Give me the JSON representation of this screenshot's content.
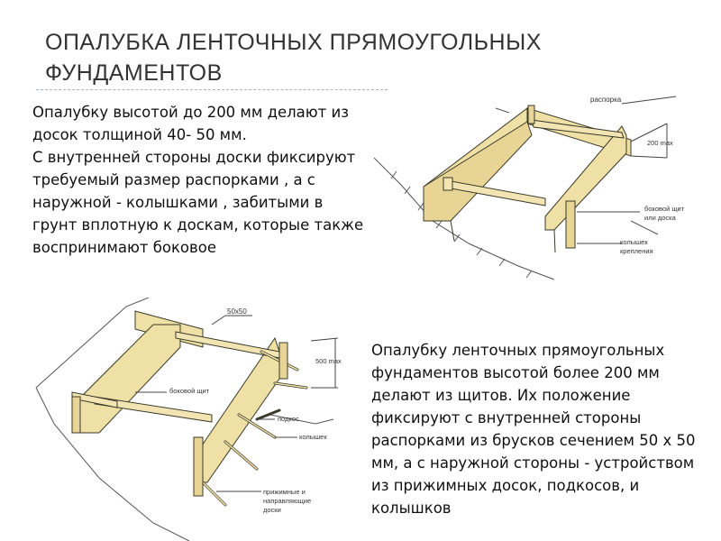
{
  "slide": {
    "title": "ОПАЛУБКА ЛЕНТОЧНЫХ ПРЯМОУГОЛЬНЫХ ФУНДАМЕНТОВ"
  },
  "text_top": {
    "p1": "Опалубку высотой до 200 мм делают из досок толщиной 40- 50 мм.",
    "p2": "С внутренней стороны доски фиксируют требуемый размер распорками , а с наружной - колышками , забитыми в грунт вплотную к доскам, которые также воспринимают боковое"
  },
  "text_bottom": {
    "p1": "Опалубку ленточных прямоугольных фундаментов высотой более 200 мм делают из щитов. Их положение фиксируют с внутренней стороны распорками из брусков сечением 50 х 50 мм, а с наружной стороны - устройством из прижимных досок, подкосов, и колышков"
  },
  "diagram_top": {
    "label_raspor": "распорка",
    "label_height": "200 max",
    "label_shield_1": "боковой щит",
    "label_shield_2": "или доска",
    "label_peg_1": "колышек",
    "label_peg_2": "крепления"
  },
  "diagram_bottom": {
    "label_size": "50х50",
    "label_height": "500 max",
    "label_shield": "боковой щит",
    "label_strut": "подкос",
    "label_peg": "колышек",
    "label_boards_1": "прижимные и",
    "label_boards_2": "направляющие",
    "label_boards_3": "доски"
  },
  "colors": {
    "wood": "#efe0a6",
    "wood_dark": "#d9c27a",
    "outline": "#3a3a2a",
    "title": "#333333",
    "divider": "#9fb4c6"
  }
}
